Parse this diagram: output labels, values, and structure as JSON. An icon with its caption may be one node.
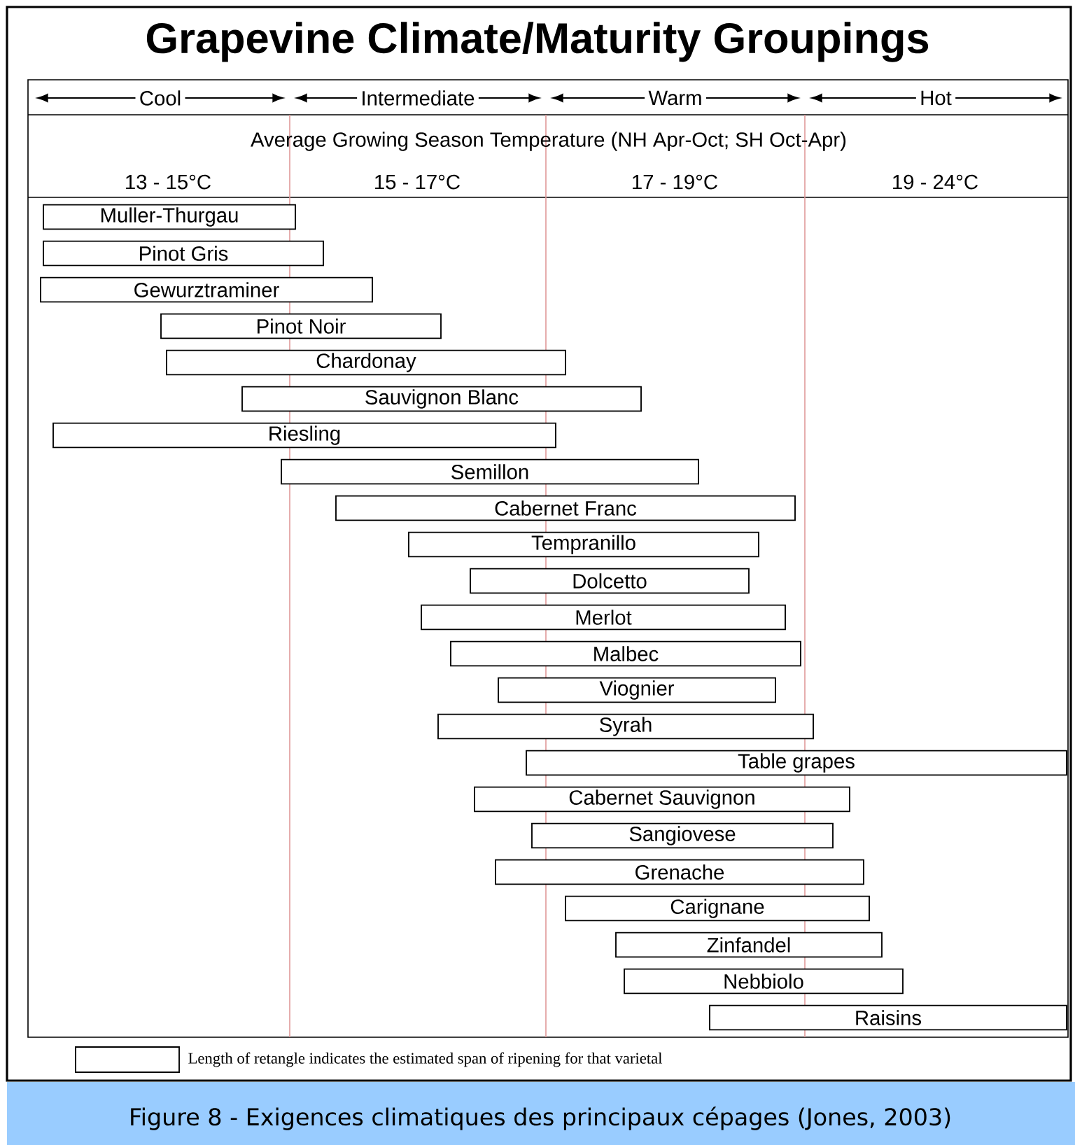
{
  "diagram": {
    "title": "Grapevine Climate/Maturity Groupings",
    "caption": "Figure 8 - Exigences climatiques des principaux cépages (Jones, 2003)",
    "nodes": [
      {
        "text": [
          "Muller-Thurgau"
        ]
      },
      {
        "text": [
          "Pinot Gris"
        ]
      },
      {
        "text": [
          "Gewurztraminer"
        ]
      },
      {
        "text": [
          "Pinot Noir"
        ]
      },
      {
        "text": [
          "Chardonay"
        ]
      },
      {
        "text": [
          "Sauvignon Blanc"
        ]
      },
      {
        "text": [
          "Riesling"
        ]
      },
      {
        "text": [
          "Semillon"
        ]
      },
      {
        "text": [
          "Cabernet Franc"
        ]
      },
      {
        "text": [
          "Tempranillo"
        ]
      },
      {
        "text": [
          "Dolcetto"
        ]
      },
      {
        "text": [
          "Merlot"
        ]
      },
      {
        "text": [
          "Malbec"
        ]
      },
      {
        "text": [
          "Viognier"
        ]
      },
      {
        "text": [
          "Syrah"
        ]
      },
      {
        "text": [
          "Table grapes"
        ]
      },
      {
        "text": [
          "Cabernet Sauvignon"
        ]
      },
      {
        "text": [
          "Sangiovese"
        ]
      },
      {
        "text": [
          "Grenache"
        ]
      },
      {
        "text": [
          "Carignane"
        ]
      },
      {
        "text": [
          "Zinfandel"
        ]
      },
      {
        "text": [
          "Nebbiolo"
        ]
      },
      {
        "text": [
          "Raisins"
        ]
      }
    ],
    "labels": [
      "Cool",
      "Intermediate",
      "Warm",
      "Hot",
      "Average Growing Season Temperature (NH Apr-Oct; SH Oct-Apr)",
      "13 - 15°C",
      "15 - 17°C",
      "17 - 19°C",
      "19 - 24°C"
    ],
    "legend": [
      {
        "text": "Length of retangle indicates the estimated span of ripening for that varietal"
      }
    ]
  }
}
